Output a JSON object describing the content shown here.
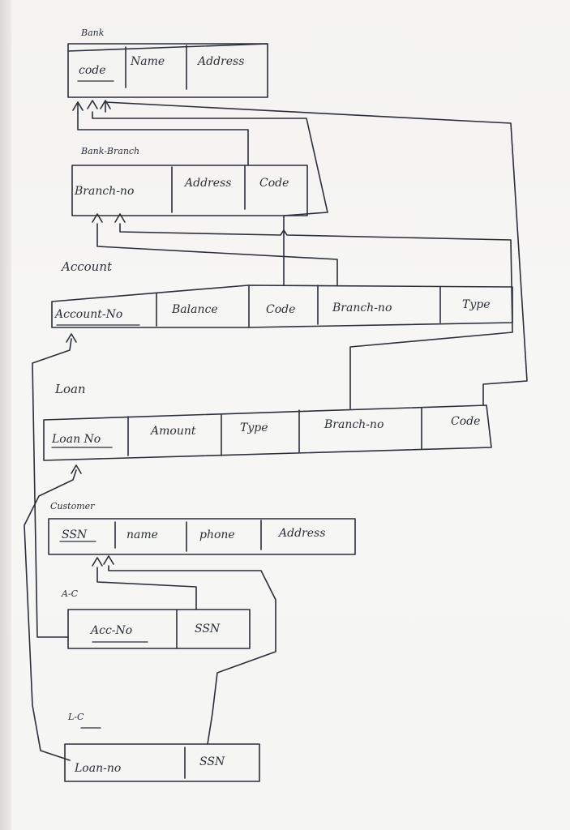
{
  "tables": {
    "bank": {
      "title": "Bank",
      "attrs": [
        "code",
        "Name",
        "Address"
      ]
    },
    "bank_branch": {
      "title": "Bank-Branch",
      "attrs": [
        "Branch-no",
        "Address",
        "Code"
      ]
    },
    "account": {
      "title": "Account",
      "attrs": [
        "Account-No",
        "Balance",
        "Code",
        "Branch-no",
        "Type"
      ]
    },
    "loan": {
      "title": "Loan",
      "attrs": [
        "Loan No",
        "Amount",
        "Type",
        "Branch-no",
        "Code"
      ]
    },
    "customer": {
      "title": "Customer",
      "attrs": [
        "SSN",
        "name",
        "phone",
        "Address"
      ]
    },
    "a_c": {
      "title": "A-C",
      "attrs": [
        "Acc-No",
        "SSN"
      ]
    },
    "l_c": {
      "title": "L-C",
      "attrs": [
        "Loan-no",
        "SSN"
      ]
    }
  },
  "style": {
    "ink": "#2b2f3a",
    "paper": "#f5f5f3"
  }
}
